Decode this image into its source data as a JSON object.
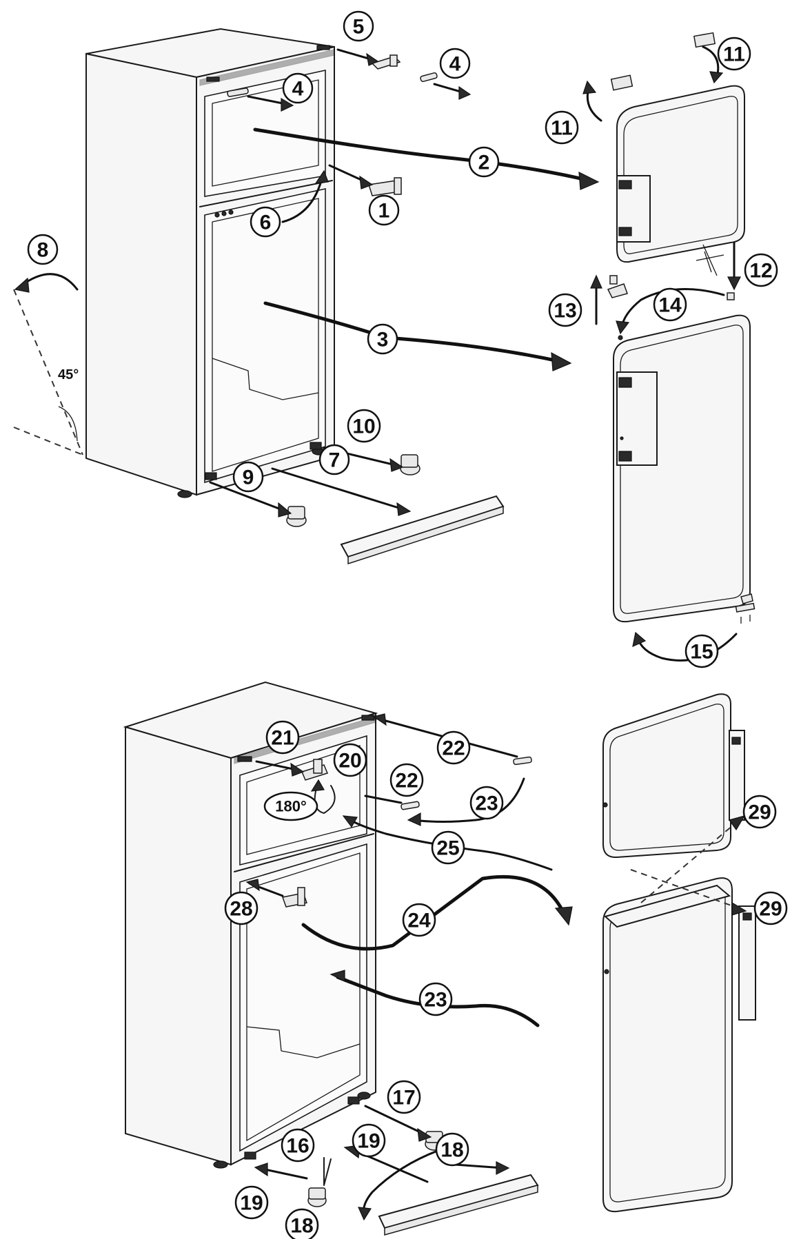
{
  "figure": {
    "callouts": [
      {
        "id": "c5",
        "label": "5"
      },
      {
        "id": "c4a",
        "label": "4"
      },
      {
        "id": "c4b",
        "label": "4"
      },
      {
        "id": "c11a",
        "label": "11"
      },
      {
        "id": "c11b",
        "label": "11"
      },
      {
        "id": "c2",
        "label": "2"
      },
      {
        "id": "c1",
        "label": "1"
      },
      {
        "id": "c6",
        "label": "6"
      },
      {
        "id": "c8",
        "label": "8"
      },
      {
        "id": "c12",
        "label": "12"
      },
      {
        "id": "c13",
        "label": "13"
      },
      {
        "id": "c14",
        "label": "14"
      },
      {
        "id": "c3",
        "label": "3"
      },
      {
        "id": "c10",
        "label": "10"
      },
      {
        "id": "c7",
        "label": "7"
      },
      {
        "id": "c9",
        "label": "9"
      },
      {
        "id": "c15",
        "label": "15"
      },
      {
        "id": "c21",
        "label": "21"
      },
      {
        "id": "c20",
        "label": "20"
      },
      {
        "id": "c22a",
        "label": "22"
      },
      {
        "id": "c22b",
        "label": "22"
      },
      {
        "id": "c23a",
        "label": "23"
      },
      {
        "id": "c25",
        "label": "25"
      },
      {
        "id": "c29a",
        "label": "29"
      },
      {
        "id": "c28",
        "label": "28"
      },
      {
        "id": "c24",
        "label": "24"
      },
      {
        "id": "c29b",
        "label": "29"
      },
      {
        "id": "c23b",
        "label": "23"
      },
      {
        "id": "c17",
        "label": "17"
      },
      {
        "id": "c16",
        "label": "16"
      },
      {
        "id": "c19a",
        "label": "19"
      },
      {
        "id": "c18a",
        "label": "18"
      },
      {
        "id": "c19b",
        "label": "19"
      },
      {
        "id": "c18b",
        "label": "18"
      }
    ],
    "angle_tilt": "45°",
    "angle_rotate": "180°"
  }
}
